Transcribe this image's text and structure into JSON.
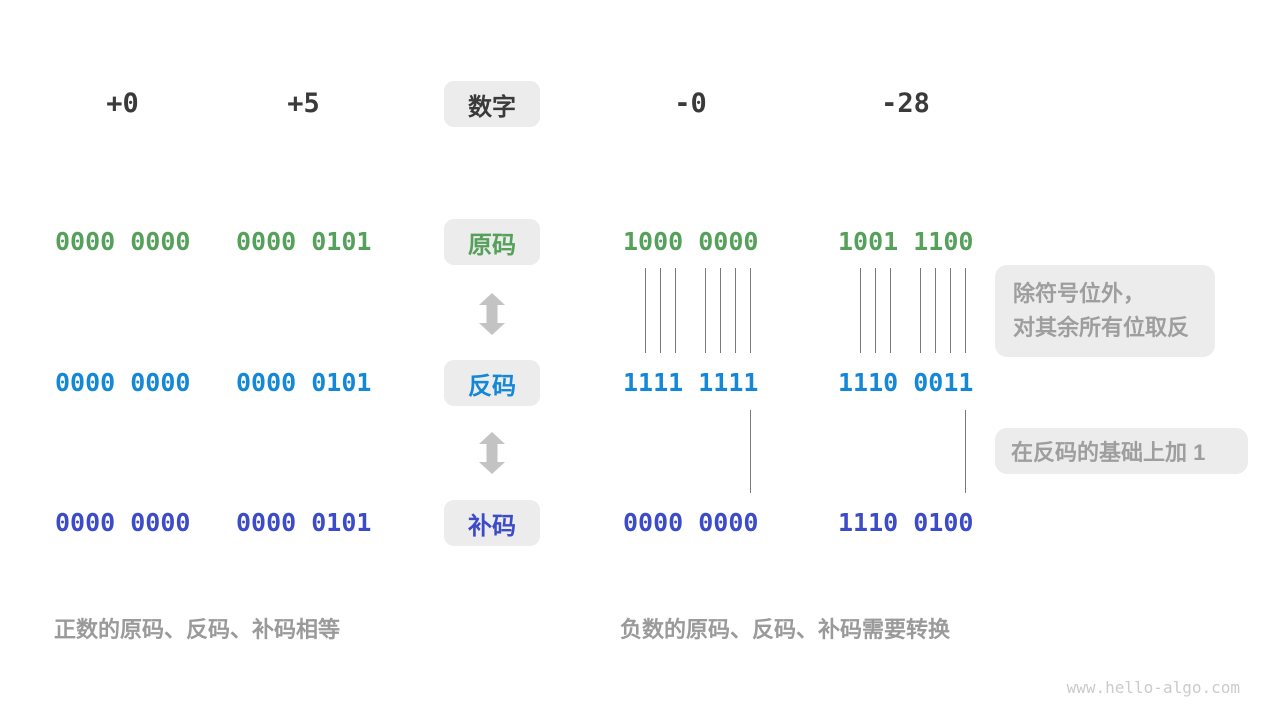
{
  "colors": {
    "header_text": "#3a3a3a",
    "sign_magnitude": "#55a05a",
    "ones_complement": "#1487d6",
    "twos_complement": "#3c4bc8",
    "pill_background": "#ececec",
    "note_text": "#9e9e9e",
    "caption_text": "#9a9a9a",
    "line_gray": "#7a7a7a",
    "arrow_gray": "#c3c3c3"
  },
  "header": {
    "label": "数字",
    "values": [
      "+0",
      "+5",
      "-0",
      "-28"
    ]
  },
  "rows": [
    {
      "label": "原码",
      "color": "#55a05a",
      "values": [
        "0000 0000",
        "0000 0101",
        "1000 0000",
        "1001 1100"
      ]
    },
    {
      "label": "反码",
      "color": "#1487d6",
      "values": [
        "0000 0000",
        "0000 0101",
        "1111 1111",
        "1110 0011"
      ]
    },
    {
      "label": "补码",
      "color": "#3c4bc8",
      "values": [
        "0000 0000",
        "0000 0101",
        "0000 0000",
        "1110 0100"
      ]
    }
  ],
  "annotations": {
    "flip": {
      "lines": [
        "除符号位外，",
        "对其余所有位取反"
      ]
    },
    "add_one": {
      "text": "在反码的基础上加 1"
    }
  },
  "captions": {
    "positive": "正数的原码、反码、补码相等",
    "negative": "负数的原码、反码、补码需要转换"
  },
  "watermark": "www.hello-algo.com"
}
